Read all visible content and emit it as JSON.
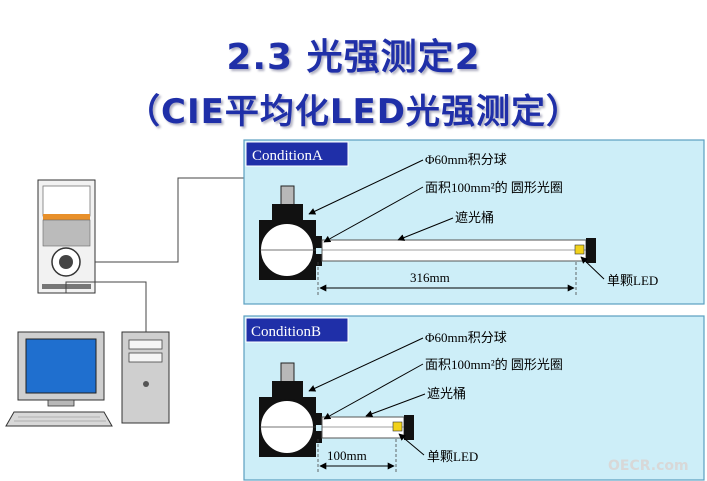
{
  "title": {
    "line1": "2.3 光强测定2",
    "line2": "（CIE平均化LED光强测定）"
  },
  "panel_a": {
    "condition_label": "ConditionA",
    "sphere_label": "Φ60mm积分球",
    "aperture_label": "面积100mm²的 圆形光圈",
    "tube_label": "遮光桶",
    "led_label": "单颗LED",
    "distance_label": "316mm"
  },
  "panel_b": {
    "condition_label": "ConditionB",
    "sphere_label": "Φ60mm积分球",
    "aperture_label": "面积100mm²的 圆形光圈",
    "tube_label": "遮光桶",
    "led_label": "单颗LED",
    "distance_label": "100mm"
  },
  "watermark": "OECR.com",
  "colors": {
    "title": "#1f2fa8",
    "panel_fill": "#cdeef8",
    "panel_border": "#5a9fc0",
    "condition_fill": "#1f2fa8",
    "led": "#f2d21b",
    "monitor_screen": "#1f6fcf"
  },
  "icons": [
    "meter-device-icon",
    "computer-icon",
    "integrating-sphere-icon",
    "led-icon"
  ]
}
